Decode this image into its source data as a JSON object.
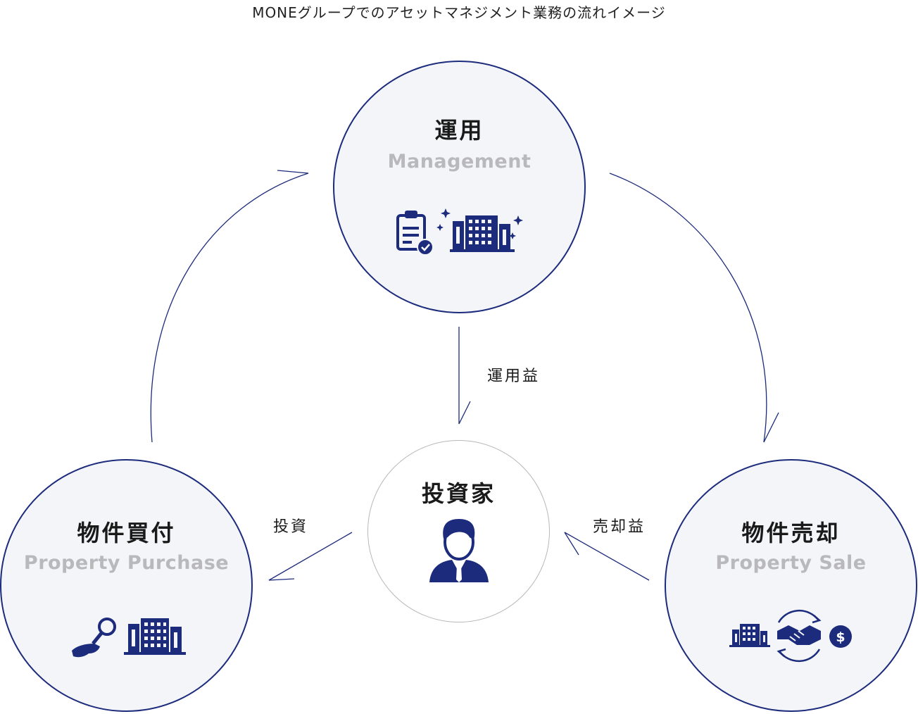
{
  "title": "MONEグループでのアセットマネジメント業務の流れイメージ",
  "nodes": {
    "management": {
      "ja": "運用",
      "en": "Management"
    },
    "investor": {
      "ja": "投資家"
    },
    "purchase": {
      "ja": "物件買付",
      "en": "Property Purchase"
    },
    "sale": {
      "ja": "物件売却",
      "en": "Property Sale"
    }
  },
  "edges": {
    "operating_income": "運用益",
    "investment": "投資",
    "sale_profit": "売却益"
  },
  "colors": {
    "accent": "#1c2b7c",
    "circle_fill": "#f3f5f9",
    "english_label": "#b9b9bc",
    "investor_border": "#b8b8b8"
  },
  "icons": {
    "management": [
      "clipboard-check-icon",
      "sparkling-building-icon"
    ],
    "investor": [
      "businessman-icon"
    ],
    "purchase": [
      "hand-holding-magnifier-icon",
      "building-icon"
    ],
    "sale": [
      "building-icon",
      "handshake-exchange-icon",
      "dollar-coin-icon"
    ]
  }
}
